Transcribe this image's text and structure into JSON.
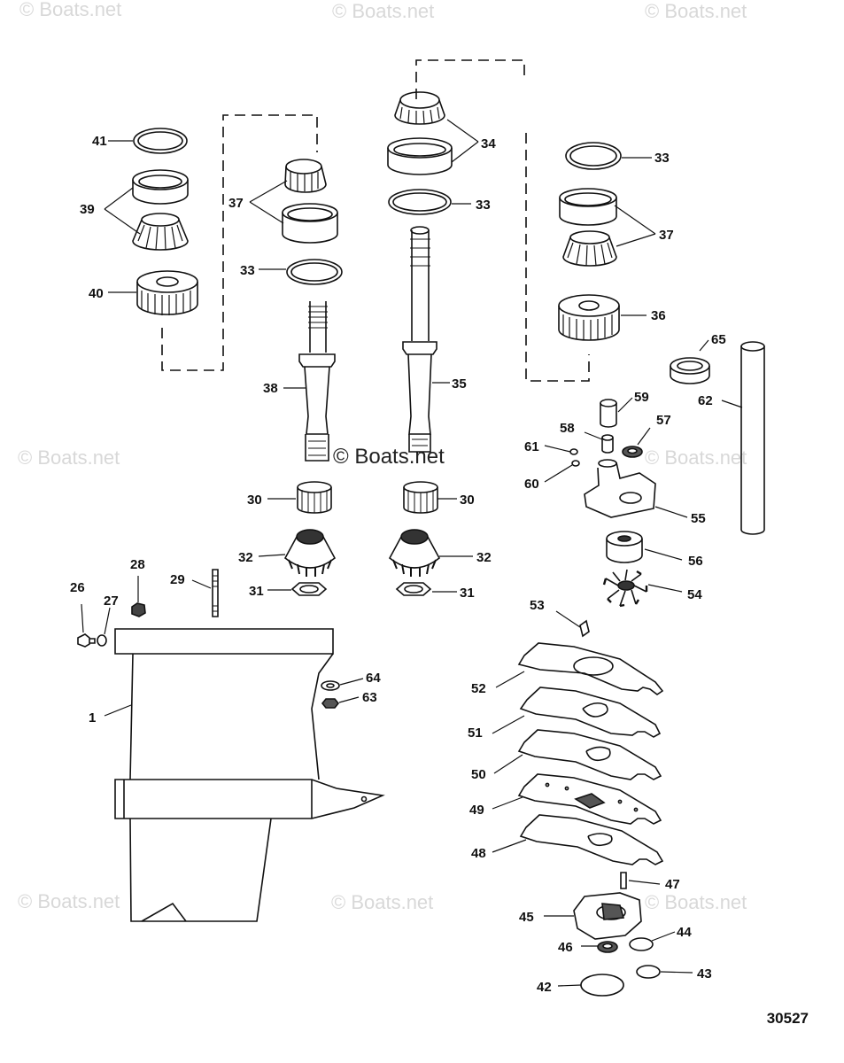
{
  "watermark": {
    "text": "© Boats.net"
  },
  "diagram_id": "30527",
  "callouts": {
    "c1": "1",
    "c26": "26",
    "c27": "27",
    "c28": "28",
    "c29": "29",
    "c30a": "30",
    "c30b": "30",
    "c31a": "31",
    "c31b": "31",
    "c32a": "32",
    "c32b": "32",
    "c33a": "33",
    "c33b": "33",
    "c33c": "33",
    "c34": "34",
    "c35": "35",
    "c36": "36",
    "c37a": "37",
    "c37b": "37",
    "c38": "38",
    "c39": "39",
    "c40": "40",
    "c41": "41",
    "c42": "42",
    "c43": "43",
    "c44": "44",
    "c45": "45",
    "c46": "46",
    "c47": "47",
    "c48": "48",
    "c49": "49",
    "c50": "50",
    "c51": "51",
    "c52": "52",
    "c53": "53",
    "c54": "54",
    "c55": "55",
    "c56": "56",
    "c57": "57",
    "c58": "58",
    "c59": "59",
    "c60": "60",
    "c61": "61",
    "c62": "62",
    "c63": "63",
    "c64": "64",
    "c65": "65"
  }
}
